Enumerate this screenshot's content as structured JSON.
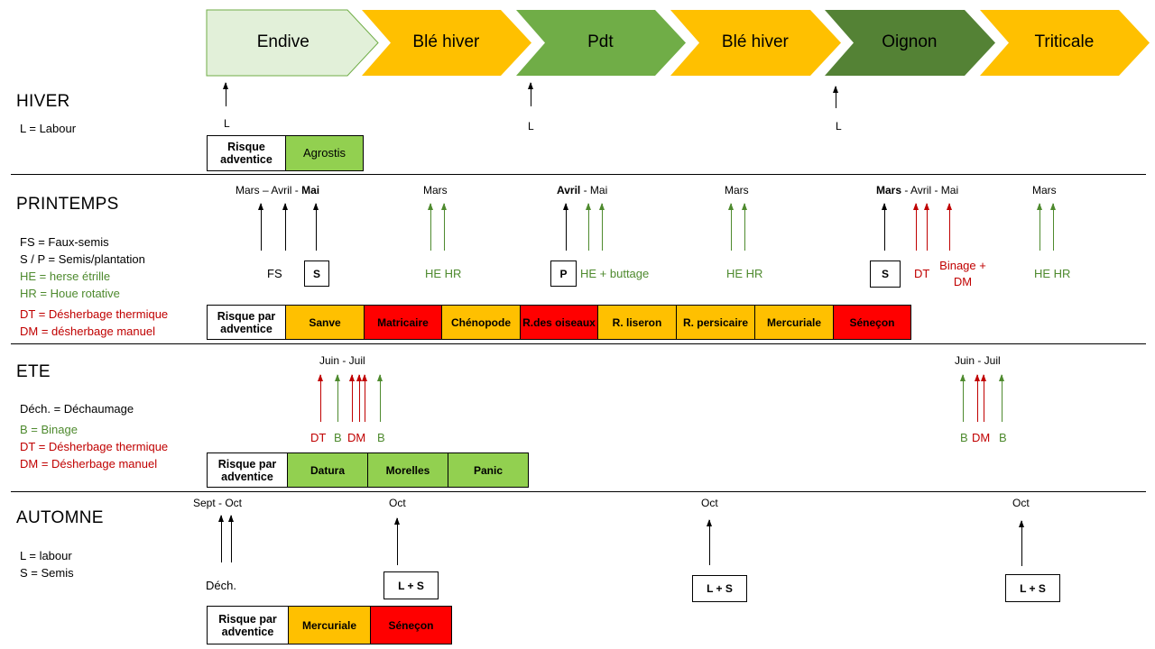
{
  "rotation": [
    {
      "name": "Endive",
      "color": "#e2f0d9",
      "text": "#000000"
    },
    {
      "name": "Blé hiver",
      "color": "#ffc000",
      "text": "#000000"
    },
    {
      "name": "Pdt",
      "color": "#70ad47",
      "text": "#000000"
    },
    {
      "name": "Blé hiver",
      "color": "#ffc000",
      "text": "#000000"
    },
    {
      "name": "Oignon",
      "color": "#548235",
      "text": "#000000"
    },
    {
      "name": "Triticale",
      "color": "#ffc000",
      "text": "#000000"
    }
  ],
  "colors": {
    "green": "#4e8a2e",
    "red": "#c00000",
    "black": "#000000"
  },
  "risk_header": "Risque adventice",
  "risk_header_par": "Risque par adventice",
  "hiver": {
    "title": "HIVER",
    "legend": [
      "L = Labour"
    ],
    "labels": [
      "L",
      "L",
      "L"
    ],
    "risk": [
      "Agrostis"
    ]
  },
  "printemps": {
    "title": "PRINTEMPS",
    "legend": [
      "FS = Faux-semis",
      "S / P = Semis/plantation",
      "HE = herse étrille",
      "HR = Houe rotative",
      "DT = Désherbage thermique",
      "DM = désherbage manuel"
    ],
    "months": {
      "endive": {
        "a": "Mars – Avril - ",
        "b": "Mai"
      },
      "ble1": "Mars",
      "pdt": {
        "a": "Avril",
        "b": " - Mai"
      },
      "ble2": "Mars",
      "oignon": {
        "a": "Mars",
        "b": " - Avril - Mai"
      },
      "triticale": "Mars"
    },
    "labels": {
      "fs": "FS",
      "s1": "S",
      "hehr1": "HE HR",
      "p": "P",
      "he_buttage": "HE + buttage",
      "hehr2": "HE HR",
      "s2": "S",
      "dt": "DT",
      "binage_dm": "Binage + DM",
      "hehr3": "HE HR"
    },
    "risk": [
      {
        "name": "Sanve",
        "level": "orange"
      },
      {
        "name": "Matricaire",
        "level": "red"
      },
      {
        "name": "Chénopode",
        "level": "orange"
      },
      {
        "name": "R.des oiseaux",
        "level": "red"
      },
      {
        "name": "R. liseron",
        "level": "orange"
      },
      {
        "name": "R. persicaire",
        "level": "orange"
      },
      {
        "name": "Mercuriale",
        "level": "orange"
      },
      {
        "name": "Séneçon",
        "level": "red"
      }
    ]
  },
  "ete": {
    "title": "ETE",
    "legend": [
      "Déch. = Déchaumage",
      "B = Binage",
      "DT = Désherbage thermique",
      "DM = Désherbage manuel"
    ],
    "months": {
      "endive": "Juin - Juil",
      "oignon": "Juin - Juil"
    },
    "labels": {
      "endive_dt": "DT",
      "endive_b1": "B",
      "endive_dm": "DM",
      "endive_b2": "B",
      "oignon_b1": "B",
      "oignon_dm": "DM",
      "oignon_b2": "B"
    },
    "risk": [
      {
        "name": "Datura",
        "level": "green"
      },
      {
        "name": "Morelles",
        "level": "green"
      },
      {
        "name": "Panic",
        "level": "green"
      }
    ]
  },
  "automne": {
    "title": "AUTOMNE",
    "legend": [
      "L = labour",
      "S = Semis"
    ],
    "months": {
      "m1": "Sept - Oct",
      "m2": "Oct",
      "m3": "Oct",
      "m4": "Oct"
    },
    "labels": {
      "dech": "Déch.",
      "ls1": "L + S",
      "ls2": "L + S",
      "ls3": "L + S"
    },
    "risk": [
      {
        "name": "Mercuriale",
        "level": "orange"
      },
      {
        "name": "Séneçon",
        "level": "red"
      }
    ]
  }
}
